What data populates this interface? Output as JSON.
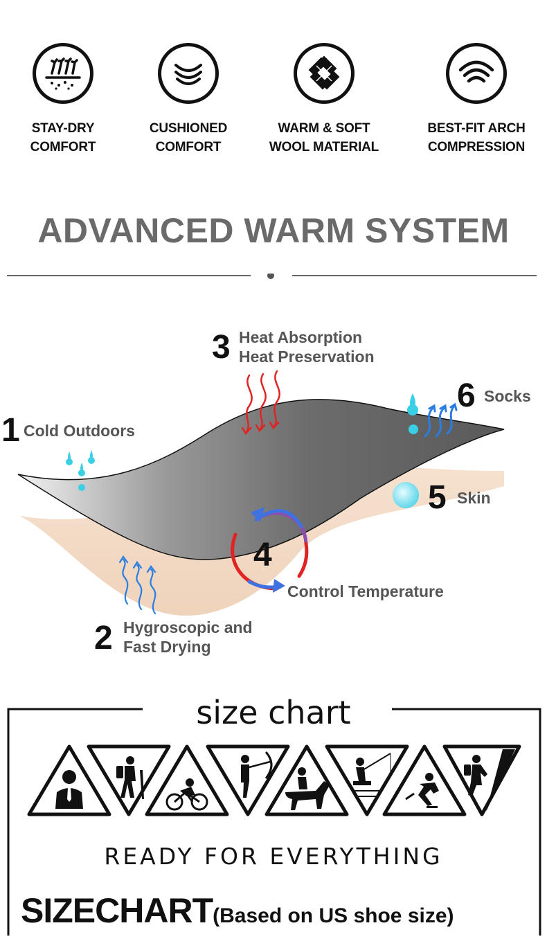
{
  "features": [
    {
      "icon": "moisture-arrows-icon",
      "line1": "STAY-DRY",
      "line2": "COMFORT"
    },
    {
      "icon": "cushion-waves-icon",
      "line1": "CUSHIONED",
      "line2": "COMFORT"
    },
    {
      "icon": "wool-knit-icon",
      "line1": "WARM & SOFT",
      "line2": "WOOL MATERIAL"
    },
    {
      "icon": "arch-compression-icon",
      "line1": "BEST-FIT ARCH",
      "line2": "COMPRESSION"
    }
  ],
  "section_title": "ADVANCED WARM SYSTEM",
  "diagram": {
    "items": [
      {
        "number": "1",
        "line1": "Cold Outdoors",
        "line2": ""
      },
      {
        "number": "2",
        "line1": "Hygroscopic and",
        "line2": "Fast Drying"
      },
      {
        "number": "3",
        "line1": "Heat Absorption",
        "line2": "Heat Preservation"
      },
      {
        "number": "4",
        "line1": "Control Temperature",
        "line2": ""
      },
      {
        "number": "5",
        "line1": "Skin",
        "line2": ""
      },
      {
        "number": "6",
        "line1": "Socks",
        "line2": ""
      }
    ],
    "colors": {
      "sock": "#6e6e6e",
      "skin": "#f3dcc8",
      "water": "#39d0e6",
      "cold": "#2a7de1",
      "hot": "#e02424"
    }
  },
  "size_chart": {
    "title": "size chart",
    "activities": [
      "business-icon",
      "hiking-icon",
      "cycling-icon",
      "archery-icon",
      "horse-riding-icon",
      "fishing-icon",
      "skating-icon",
      "climbing-icon"
    ],
    "tagline": "READY FOR EVERYTHING",
    "heading": "SIZECHART",
    "heading_note": "(Based on US shoe size)"
  }
}
